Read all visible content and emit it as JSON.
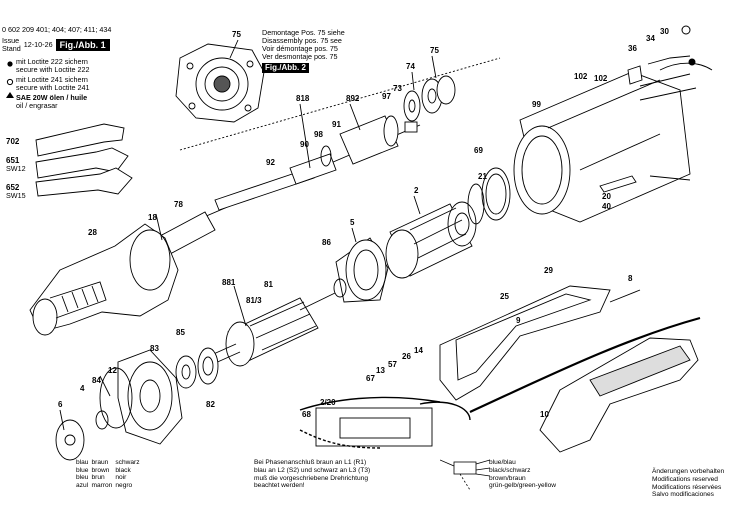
{
  "header": {
    "part_numbers": "0 602 209 401; 404; 407; 411; 434",
    "issue_label": "Issue",
    "stand_label": "Stand",
    "issue_date": "12-10-26",
    "fig_badge": "Fig./Abb. 1"
  },
  "loctite": {
    "l222_de": "mit Loctite 222 sichern",
    "l222_en": "secure with Loctite 222",
    "l241_de": "mit Loctite 241 sichern",
    "l241_en": "secure with Loctite 241",
    "oil_de": "SAE 20W ölen / huile",
    "oil_en": "oil / engrasar"
  },
  "tools": {
    "t702": "702",
    "t651": "651",
    "t651_sw": "SW12",
    "t652": "652",
    "t652_sw": "SW15"
  },
  "disassembly_note": {
    "line1": "Demontage Pos. 75 siehe",
    "line2": "Disassembly pos. 75 see",
    "line3": "Voir démontage pos. 75",
    "line4": "Ver desmontaje pos. 75",
    "fig_badge": "Fig./Abb. 2"
  },
  "parts": {
    "p75a": "75",
    "p75b": "75",
    "p74": "74",
    "p73": "73",
    "p97": "97",
    "p892": "892",
    "p818": "818",
    "p91": "91",
    "p98": "98",
    "p90": "90",
    "p92": "92",
    "p18": "18",
    "p78": "78",
    "p28": "28",
    "p2": "2",
    "p5": "5",
    "p86": "86",
    "p881": "881",
    "p81": "81",
    "p813": "81/3",
    "p85": "85",
    "p83": "83",
    "p82": "82",
    "p84": "84",
    "p12": "12",
    "p4": "4",
    "p6": "6",
    "p67": "67",
    "p13": "13",
    "p57": "57",
    "p26": "26",
    "p14": "14",
    "p68": "68",
    "p220": "2/20",
    "p10": "10",
    "p9": "9",
    "p8": "8",
    "p29": "29",
    "p25": "25",
    "p21": "21",
    "p69": "69",
    "p99": "99",
    "p102a": "102",
    "p102b": "102",
    "p36": "36",
    "p34": "34",
    "p30": "30",
    "p20": "20",
    "p40": "40"
  },
  "legend": {
    "rows": [
      [
        "blau",
        "braun",
        "schwarz"
      ],
      [
        "blue",
        "brown",
        "black"
      ],
      [
        "bleu",
        "brun",
        "noir"
      ],
      [
        "azul",
        "marron",
        "negro"
      ]
    ]
  },
  "phase_note": {
    "line1": "Bei Phasenanschluß braun an L1 (R1)",
    "line2": "blau an L2 (S2) und schwarz an L3 (T3)",
    "line3": "muß die vorgeschriebene Drehrichtung",
    "line4": "beachtet werden!"
  },
  "wires": {
    "w1": "blue/blau",
    "w2": "black/schwarz",
    "w3": "brown/braun",
    "w4": "grün-gelb/green-yellow"
  },
  "modifications": {
    "line1": "Änderungen vorbehalten",
    "line2": "Modifications reserved",
    "line3": "Modifications réservées",
    "line4": "Salvo modificaciones"
  }
}
